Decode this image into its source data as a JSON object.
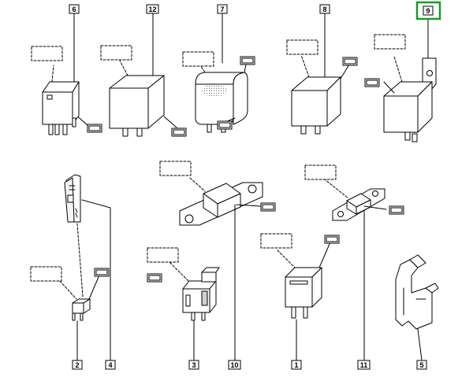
{
  "callouts": {
    "c1": "1",
    "c2": "2",
    "c3": "3",
    "c4": "4",
    "c5": "5",
    "c6": "6",
    "c7": "7",
    "c8": "8",
    "c9": "9",
    "c10": "10",
    "c11": "11",
    "c12": "12"
  },
  "highlight_color": "#1a9a2a",
  "highlighted_callout": "9"
}
